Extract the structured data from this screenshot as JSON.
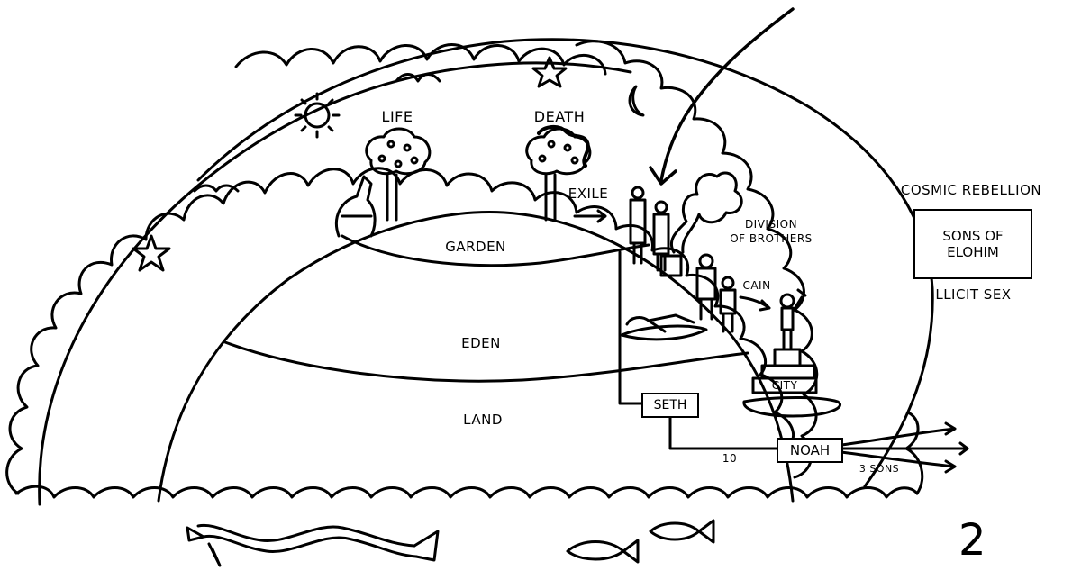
{
  "labels": {
    "life": "LIFE",
    "death": "DEATH",
    "exile": "EXILE",
    "garden": "GARDEN",
    "eden": "EDEN",
    "land": "LAND",
    "division_line1": "DIVISION",
    "division_line2": "OF BROTHERS",
    "cain": "CAIN",
    "city": "CITY",
    "seth": "SETH",
    "noah": "NOAH",
    "ten": "10",
    "three_sons": "3 SONS",
    "cosmic_rebellion": "COSMIC REBELLION",
    "sons_of_elohim_line1": "SONS OF",
    "sons_of_elohim_line2": "ELOHIM",
    "illicit_sex": "ILLICIT SEX",
    "page_number": "2"
  },
  "icons": [
    "sun-icon",
    "moon-icon",
    "star-icon",
    "bird-icon",
    "tree-of-life-icon",
    "tree-of-death-icon",
    "serpent-icon",
    "cherub-icon",
    "smoke-icon",
    "altar-icon",
    "dead-body-icon",
    "sea-dragon-icon",
    "fish-icon",
    "arrow-icon"
  ]
}
